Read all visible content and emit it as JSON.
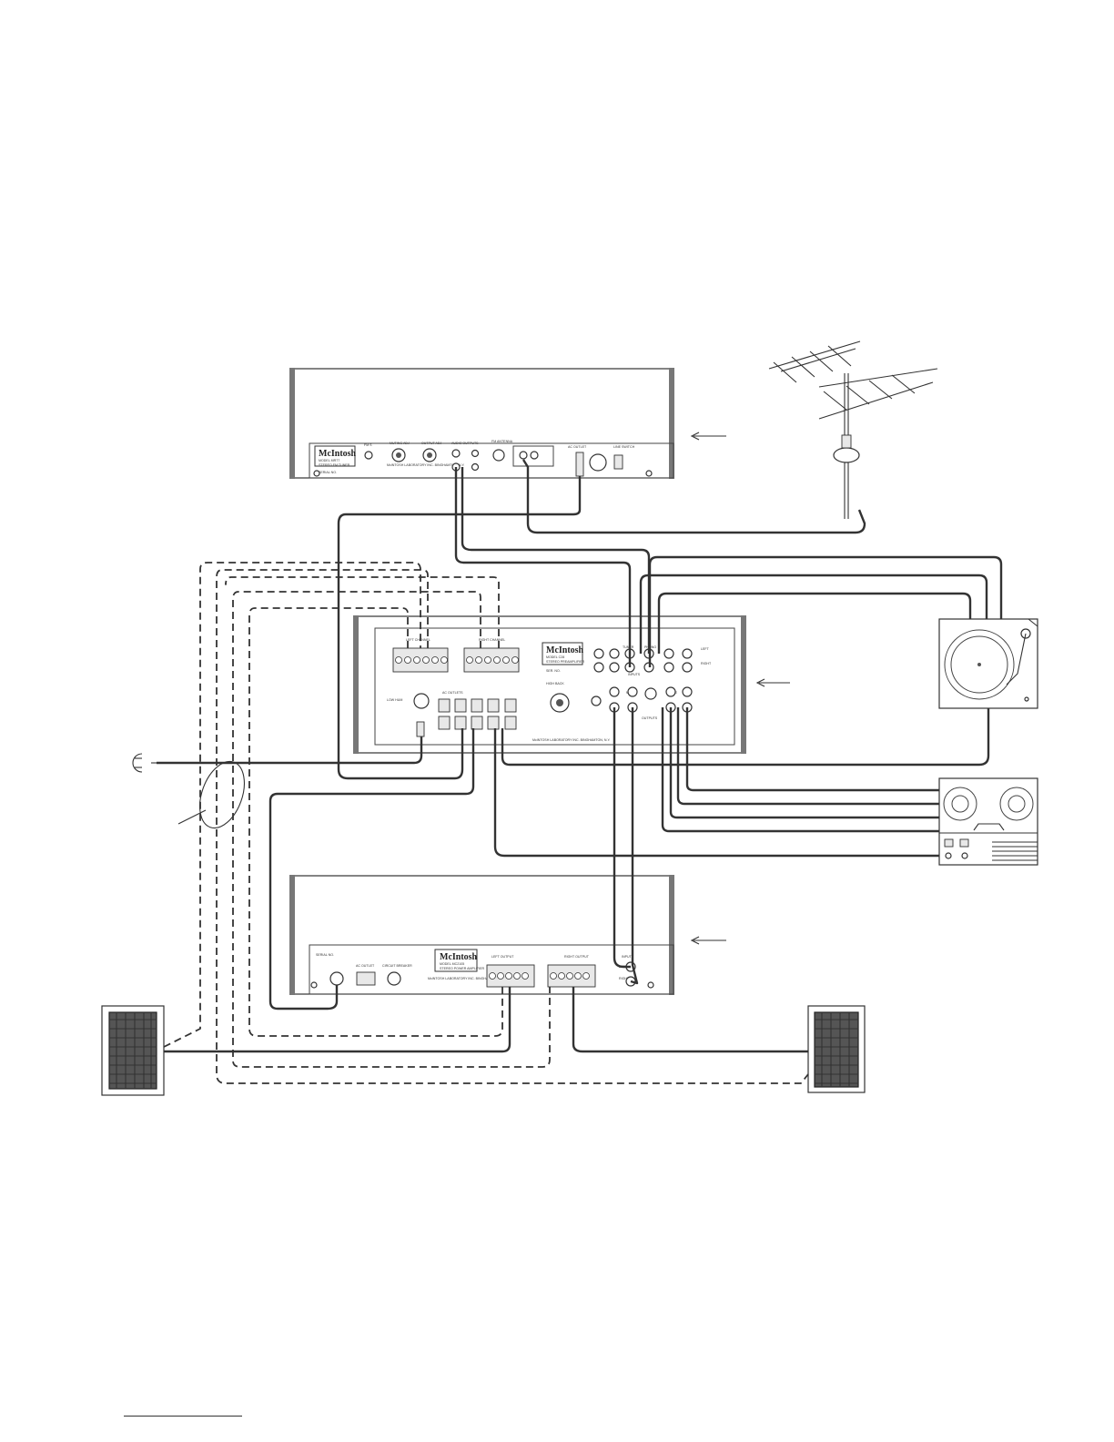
{
  "tuner": {
    "brand": "McIntosh",
    "model": "MODEL MR77",
    "type": "STEREO FM TUNER",
    "labels": [
      "FM S",
      "MUTING ADJ",
      "OUTPUT ADJ",
      "AUDIO OUTPUTS",
      "FM ANTENNA",
      "AC OUTLET",
      "LINE SWITCH"
    ],
    "serial": "SERIAL NO.",
    "maker": "McINTOSH LABORATORY INC. BINGHAMTON, N.Y."
  },
  "preamp": {
    "brand": "McIntosh",
    "model": "MODEL C28",
    "type": "STEREO PREAMPLIFIER",
    "labels": [
      "LEFT CHANNEL",
      "RIGHT CHANNEL",
      "INPUTS",
      "AC OUTLETS",
      "LOW HUM",
      "HIGH BACK",
      "OUTPUTS",
      "LEFT",
      "RIGHT",
      "TUNER",
      "PHONO",
      "TAPE",
      "MAIN"
    ],
    "serial": "SER. NO.",
    "maker": "McINTOSH LABORATORY INC. BINGHAMTON, N.Y."
  },
  "amplifier": {
    "brand": "McIntosh",
    "model": "MODEL MC2105",
    "type": "STEREO POWER AMPLIFIER",
    "labels": [
      "LEFT OUTPUT",
      "RIGHT OUTPUT",
      "INPUTS",
      "AC OUTLET",
      "CIRCUIT BREAKER",
      "LEFT",
      "RIGHT"
    ],
    "serial": "SERIAL NO.",
    "maker": "McINTOSH LABORATORY INC. BINGHAMTON, N.Y."
  },
  "icons": [
    "antenna-icon",
    "turntable-icon",
    "tape-recorder-icon",
    "speaker-icon",
    "power-plug-icon"
  ]
}
